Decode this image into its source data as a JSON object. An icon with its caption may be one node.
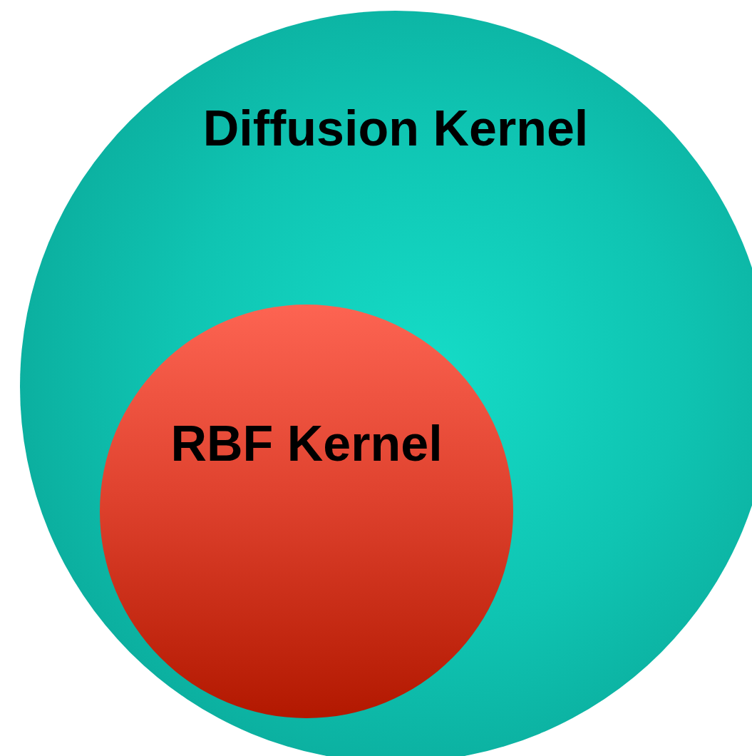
{
  "diagram": {
    "nodes": [
      {
        "text": [
          "Diffusion Kernel"
        ]
      },
      {
        "text": [
          "RBF Kernel"
        ],
        "in": 0
      }
    ]
  }
}
